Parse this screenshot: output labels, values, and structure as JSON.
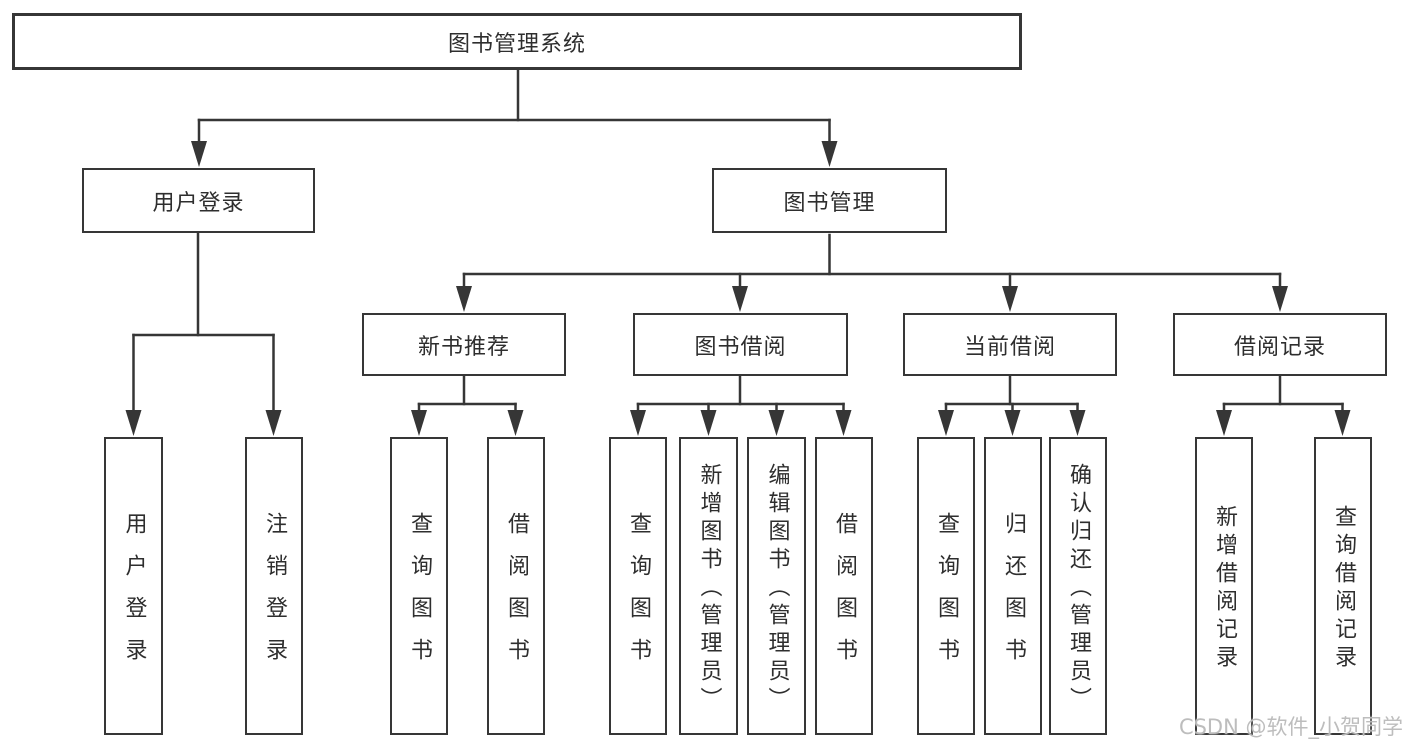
{
  "diagram": {
    "root_label": "图书管理系统",
    "level2": [
      {
        "label": "用户登录"
      },
      {
        "label": "图书管理"
      }
    ],
    "level3": [
      {
        "label": "新书推荐"
      },
      {
        "label": "图书借阅"
      },
      {
        "label": "当前借阅"
      },
      {
        "label": "借阅记录"
      }
    ],
    "leaves": {
      "user_login": [
        "用户登录",
        "注销登录"
      ],
      "new_book_recommend": [
        "查询图书",
        "借阅图书"
      ],
      "book_borrow": [
        "查询图书",
        "新增图书（管理员）",
        "编辑图书（管理员）",
        "借阅图书"
      ],
      "current_borrow": [
        "查询图书",
        "归还图书",
        "确认归还（管理员）"
      ],
      "borrow_record": [
        "新增借阅记录",
        "查询借阅记录"
      ]
    },
    "watermark": "CSDN @软件_小贺同学",
    "colors": {
      "line": "#363636",
      "background": "#ffffff",
      "watermark": "#b9b9b9"
    }
  }
}
